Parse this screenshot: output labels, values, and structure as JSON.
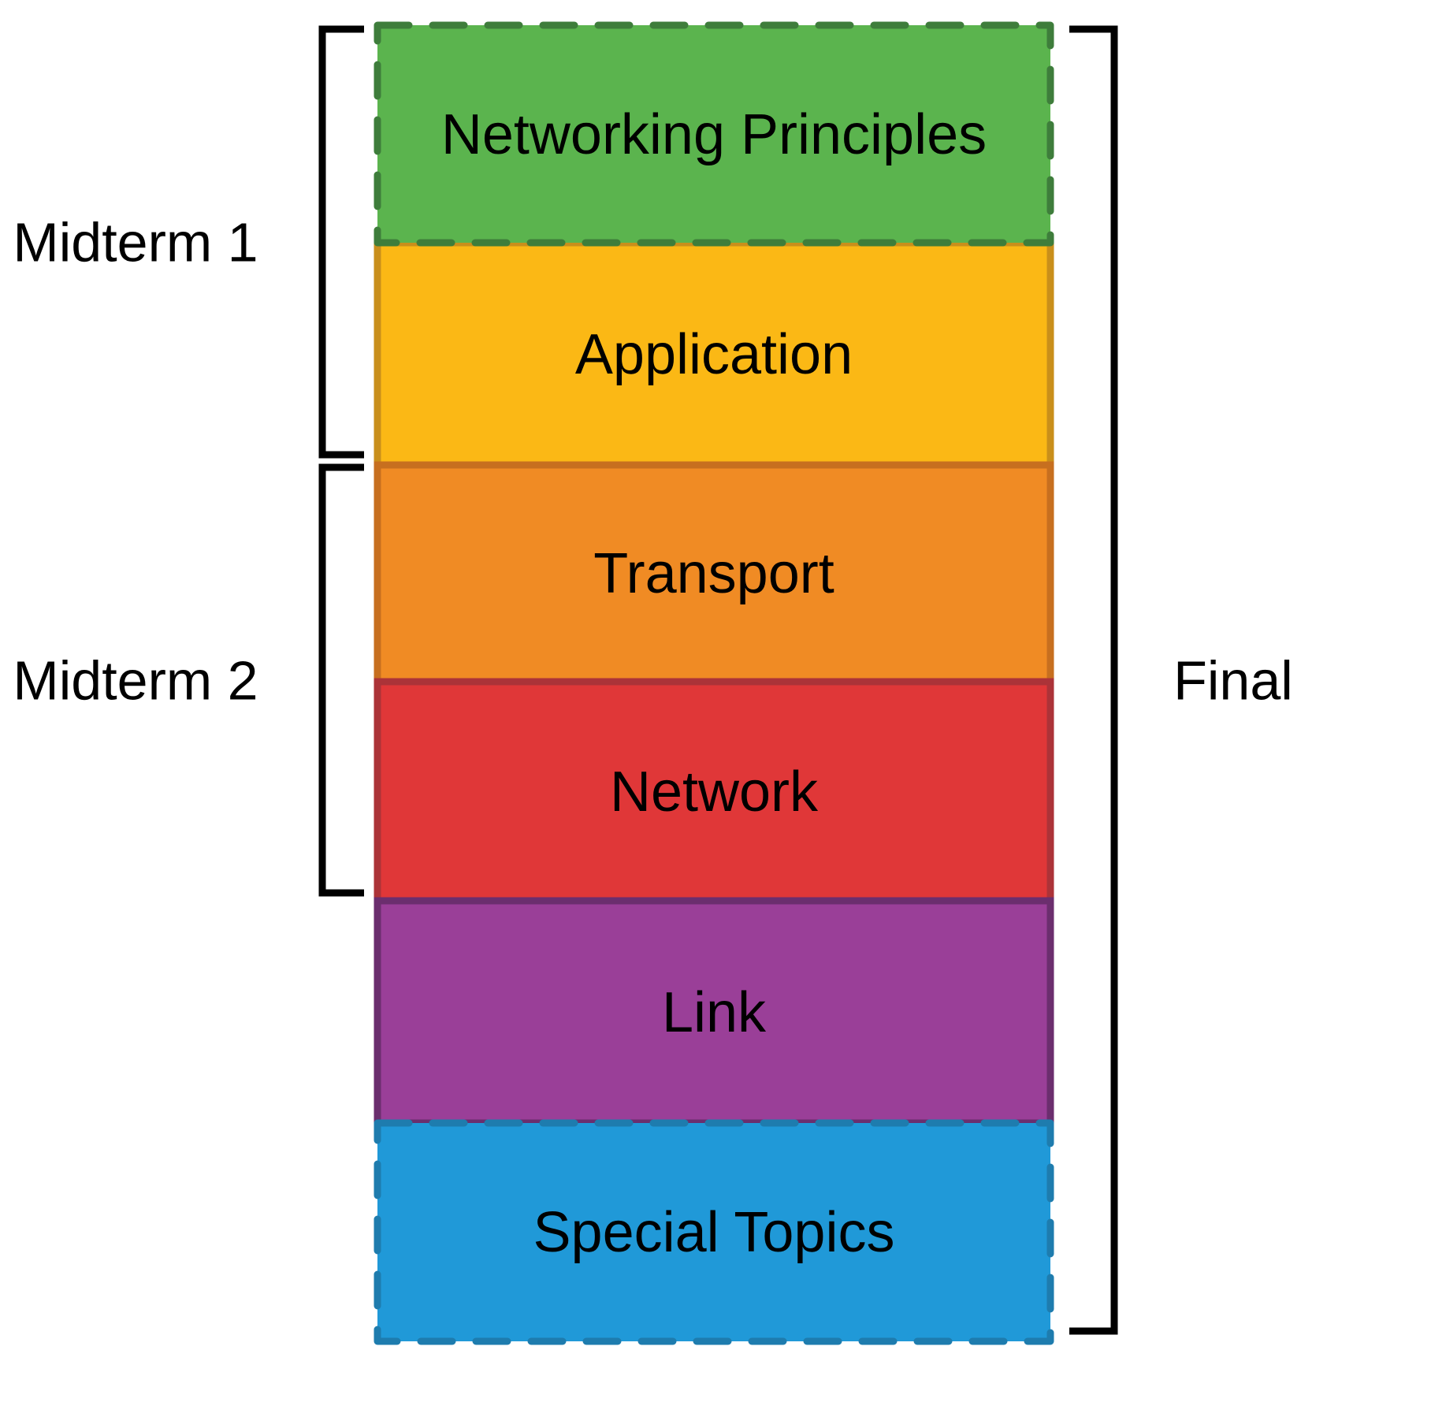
{
  "background": "#FFFFFF",
  "text_color": "#000000",
  "bracket_color": "#000000",
  "stack": {
    "layers": [
      {
        "label": "Networking Principles",
        "fill": "#5BB44E",
        "stroke": "#3E7D3B",
        "border_style": "dashed"
      },
      {
        "label": "Application",
        "fill": "#FBB815",
        "stroke": "#C98F1B",
        "border_style": "solid"
      },
      {
        "label": "Transport",
        "fill": "#F08B24",
        "stroke": "#C76F1F",
        "border_style": "solid"
      },
      {
        "label": "Network",
        "fill": "#E03738",
        "stroke": "#AC3338",
        "border_style": "solid"
      },
      {
        "label": "Link",
        "fill": "#9A3F98",
        "stroke": "#6B2E6E",
        "border_style": "solid"
      },
      {
        "label": "Special Topics",
        "fill": "#2099D8",
        "stroke": "#1E7CAE",
        "border_style": "dashed"
      }
    ]
  },
  "exams": {
    "midterm1": {
      "label": "Midterm 1",
      "side": "left",
      "covers": [
        "Networking Principles",
        "Application"
      ]
    },
    "midterm2": {
      "label": "Midterm 2",
      "side": "left",
      "covers": [
        "Transport",
        "Network"
      ]
    },
    "final": {
      "label": "Final",
      "side": "right",
      "covers": [
        "Networking Principles",
        "Application",
        "Transport",
        "Network",
        "Link",
        "Special Topics"
      ]
    }
  }
}
